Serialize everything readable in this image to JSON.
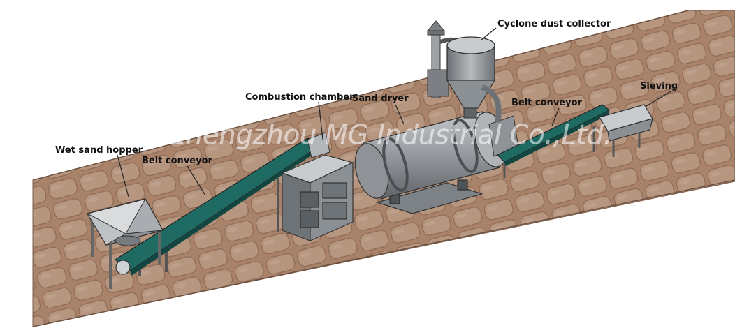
{
  "diagram": {
    "watermark": "Zhengzhou MG Industrial Co.,Ltd.",
    "labels": {
      "cyclone": "Cyclone dust collector",
      "combustion": "Combustion chamber",
      "dryer": "Sand dryer",
      "belt_right": "Belt conveyor",
      "sieving": "Sieving",
      "hopper": "Wet sand hopper",
      "belt_left": "Belt conveyor"
    },
    "colors": {
      "ground": "#a9826a",
      "ground_stone": "#b79680",
      "belt": "#1f6b63",
      "machine": "#9a9ea3",
      "machine_dark": "#5f6468",
      "outline": "#333333"
    }
  }
}
